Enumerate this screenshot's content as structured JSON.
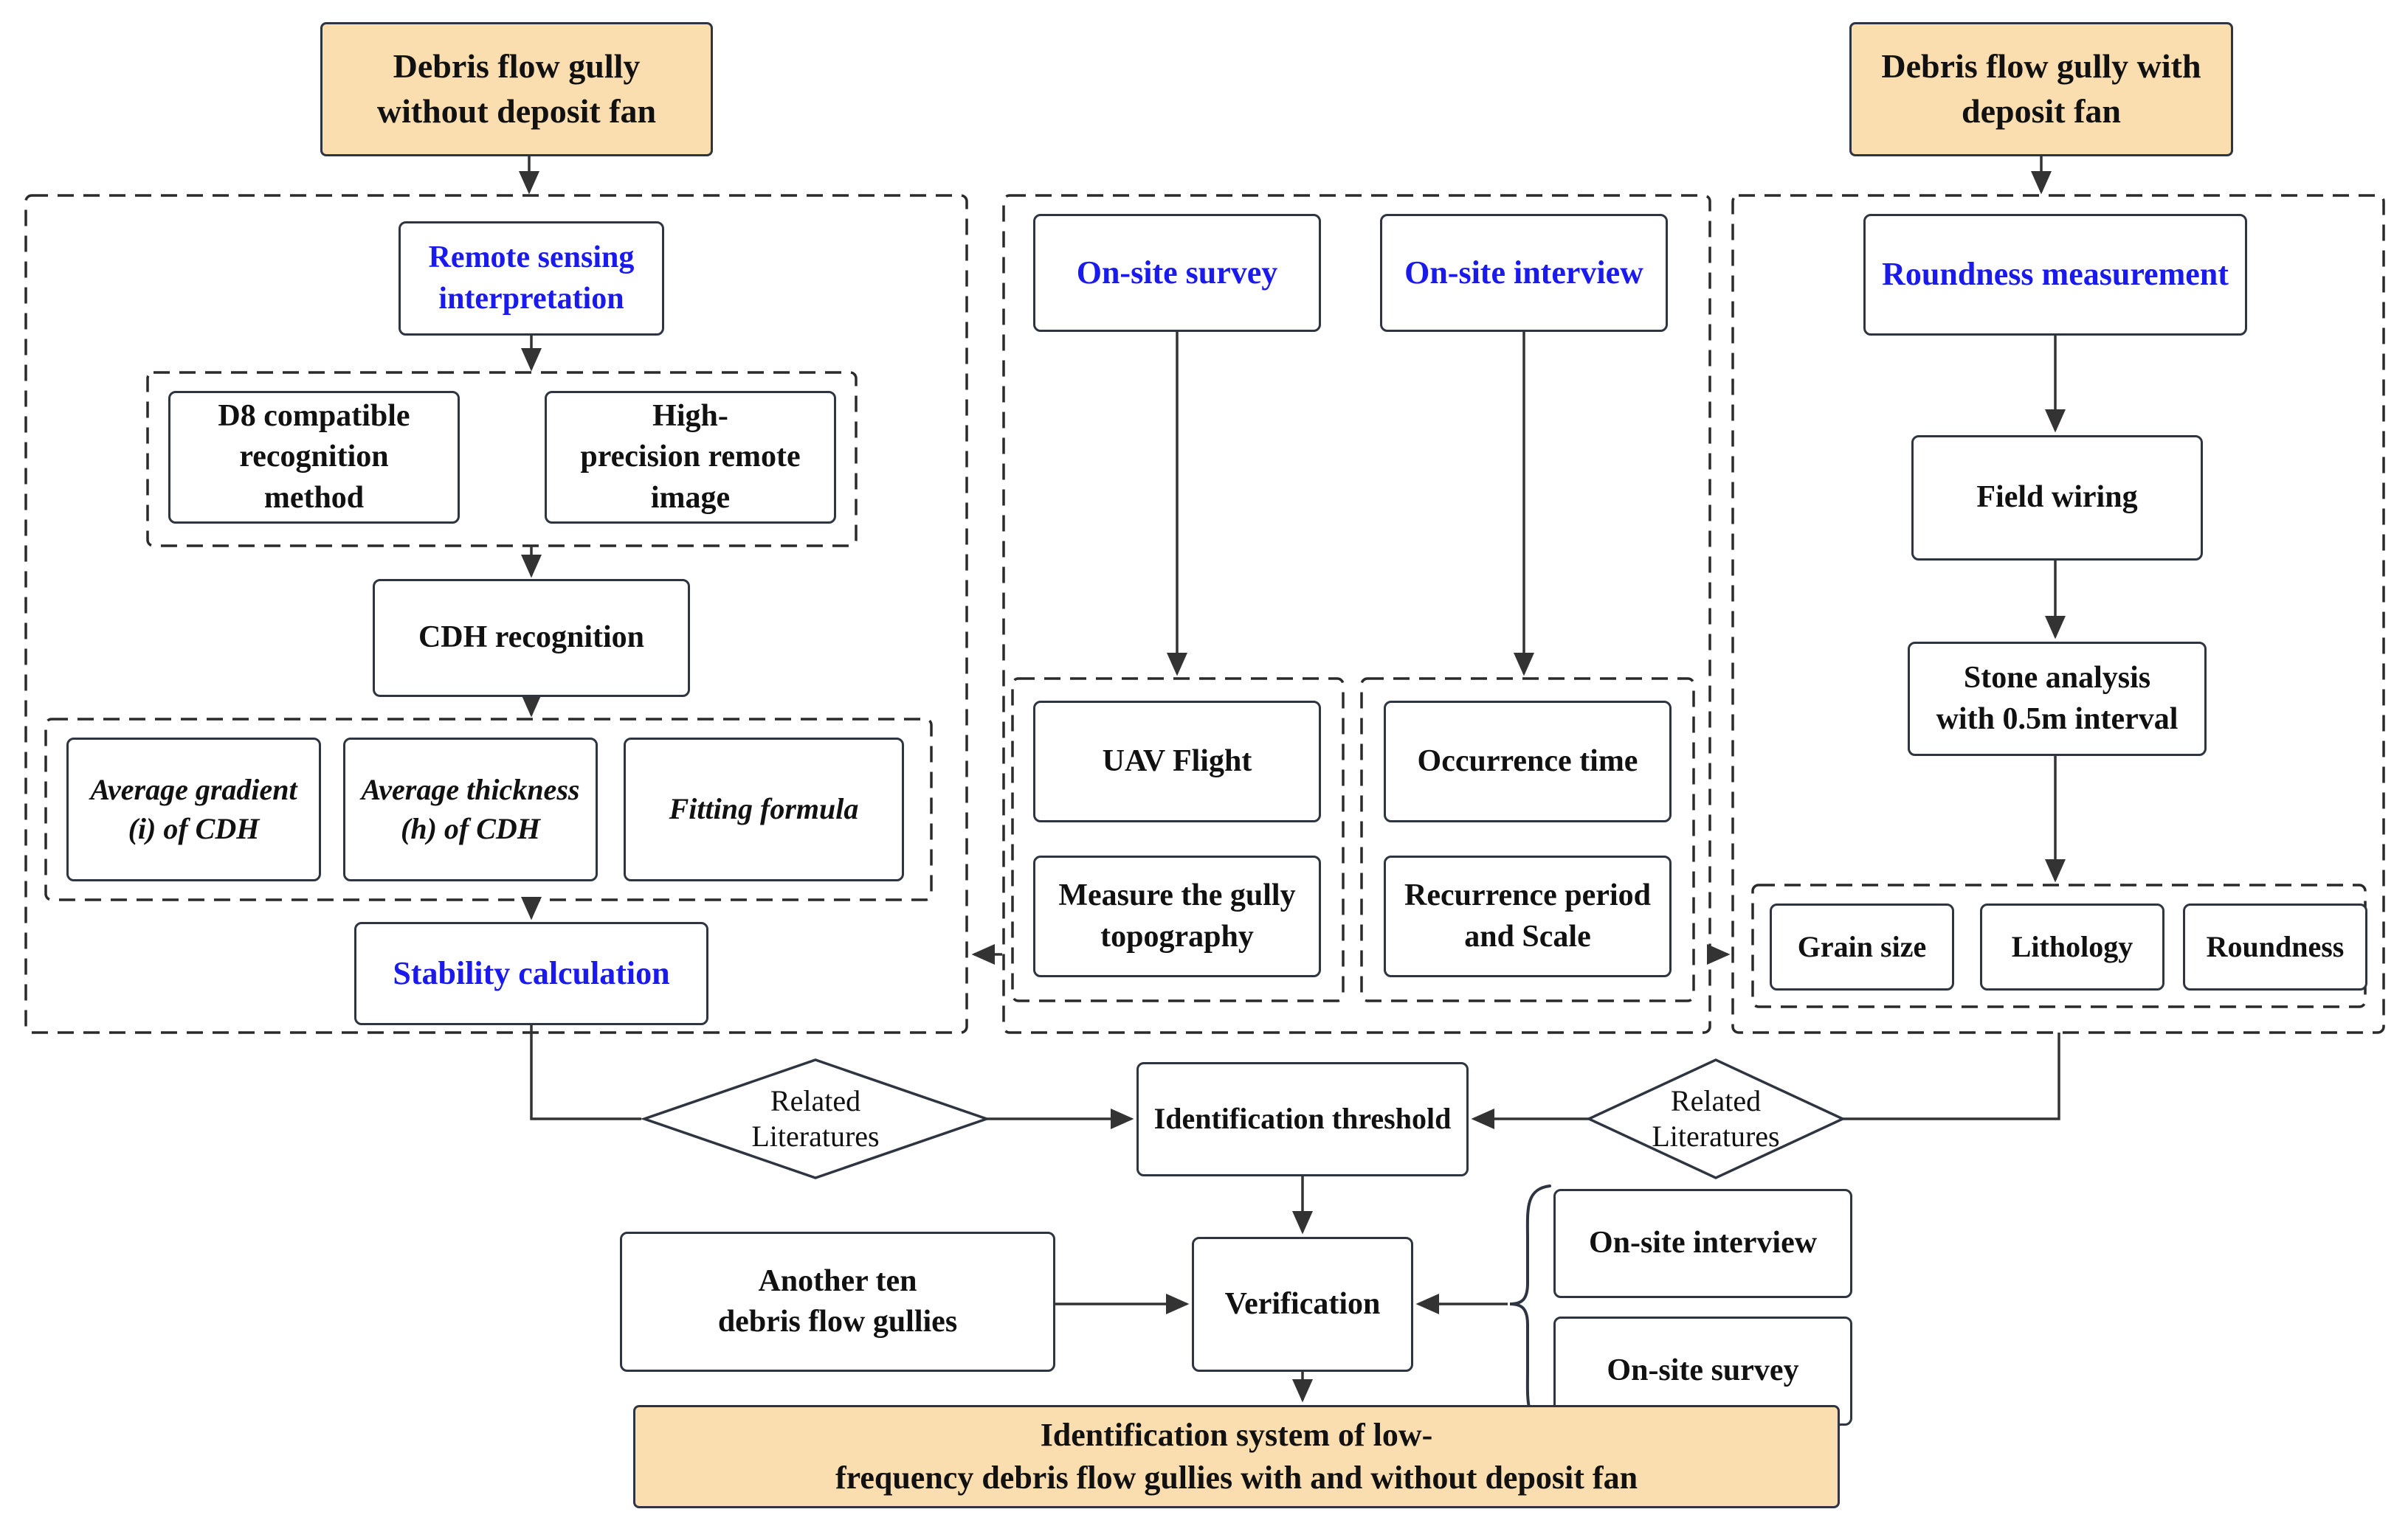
{
  "colors": {
    "accent_blue": "#1a1aee",
    "fill_orange": "#fbdeb0",
    "box_border": "#2e3540",
    "line": "#333333"
  },
  "sources": {
    "left": "Debris flow gully\nwithout deposit fan",
    "right": "Debris flow gully with\ndeposit fan"
  },
  "remote_sensing_branch": {
    "remote_sensing": "Remote sensing\ninterpretation",
    "d8": "D8 compatible\nrecognition\nmethod",
    "high_precision": "High-\nprecision remote\nimage",
    "cdh": "CDH recognition",
    "avg_gradient": "Average gradient\n(i) of CDH",
    "avg_thickness": "Average thickness\n(h) of CDH",
    "fitting": "Fitting formula",
    "stability": "Stability calculation"
  },
  "field_branch": {
    "survey": "On-site survey",
    "interview": "On-site interview",
    "uav": "UAV Flight",
    "measure": "Measure the gully\ntopography",
    "occurrence": "Occurrence time",
    "recurrence": "Recurrence period\nand Scale"
  },
  "roundness_branch": {
    "roundness_measurement": "Roundness measurement",
    "field_wiring": "Field wiring",
    "stone_analysis": "Stone analysis\nwith 0.5m interval",
    "grain": "Grain size",
    "lithology": "Lithology",
    "roundness": "Roundness"
  },
  "synthesis": {
    "related_lit_left": "Related\nLiteratures",
    "related_lit_right": "Related\nLiteratures",
    "threshold": "Identification threshold",
    "another_ten": "Another ten\ndebris flow gullies",
    "verification": "Verification",
    "verify_interview": "On-site interview",
    "verify_survey": "On-site survey",
    "final": "Identification system of low-\nfrequency debris flow gullies with and without deposit fan"
  }
}
